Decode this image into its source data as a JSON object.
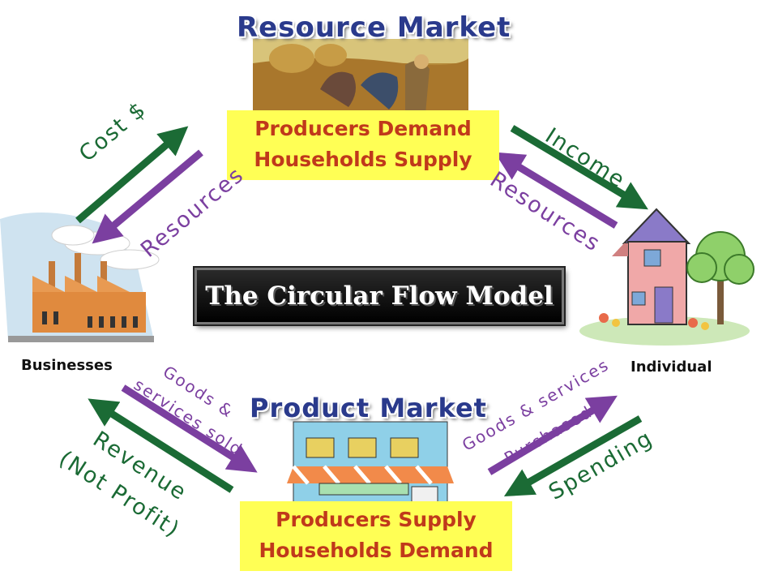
{
  "resource_market": {
    "title": "Resource Market",
    "line1": "Producers Demand",
    "line2": "Households Supply"
  },
  "product_market": {
    "title": "Product Market",
    "line1": "Producers Supply",
    "line2": "Households Demand"
  },
  "center_title": "The Circular Flow Model",
  "businesses_label": "Businesses",
  "individual_label": "Individual",
  "flows": {
    "cost": "Cost $",
    "resources_left": "Resources",
    "income": "Income",
    "resources_right": "Resources",
    "goods_sold_1": "Goods &",
    "goods_sold_2": "services sold",
    "revenue_1": "Revenue",
    "revenue_2": "(Not Profit)",
    "goods_purchased_1": "Goods & services",
    "goods_purchased_2": "Purchased",
    "spending": "Spending"
  },
  "colors": {
    "green_arrow": "#1b6b35",
    "purple_arrow": "#7b3fa0",
    "yellow_box": "#ffff55",
    "box_text": "#c0391b",
    "title_text": "#2a3a8c"
  }
}
